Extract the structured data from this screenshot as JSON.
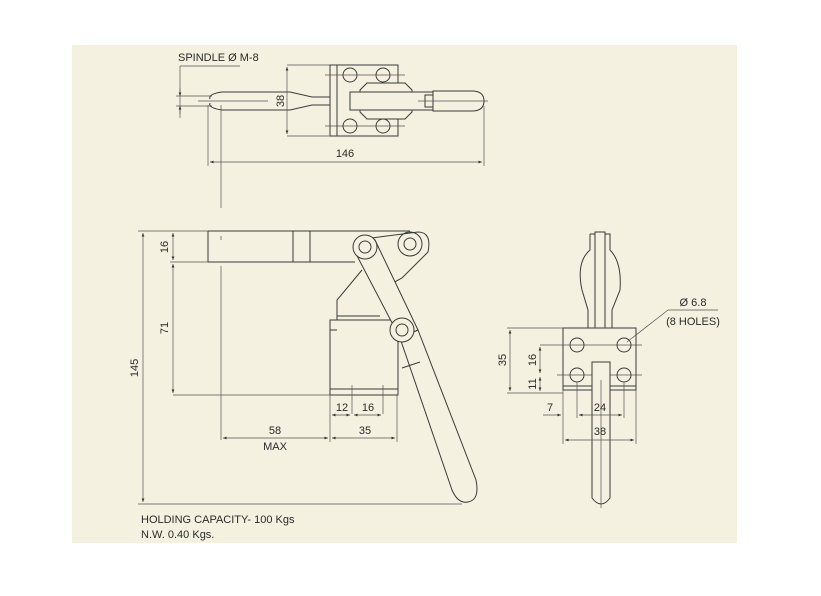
{
  "title": "Horizontal push-pull toggle clamp drawing",
  "top_view": {
    "spindle_label": "SPINDLE Ø M-8",
    "width_dim": "38",
    "length_dim": "146"
  },
  "side_view": {
    "overall_height_dim": "145",
    "top_dim": "16",
    "mid_dim": "71",
    "hole_offset_dim": "12",
    "hole_spacing_dim": "16",
    "reach_dim": "58",
    "reach_note": "MAX",
    "base_length_dim": "35"
  },
  "front_view": {
    "hole_dia": "Ø 6.8",
    "hole_count": "(8 HOLES)",
    "base_height_dim": "35",
    "hole_vert_spacing_dim": "16",
    "hole_bottom_dim": "11",
    "hole_side_dim": "7",
    "hole_horiz_spacing_dim": "24",
    "base_width_dim": "38"
  },
  "notes": {
    "holding_capacity": "HOLDING CAPACITY- 100 Kgs",
    "net_weight": "N.W. 0.40 Kgs."
  },
  "colors": {
    "background": "#f4f1e1",
    "line": "#3a3a3a"
  }
}
